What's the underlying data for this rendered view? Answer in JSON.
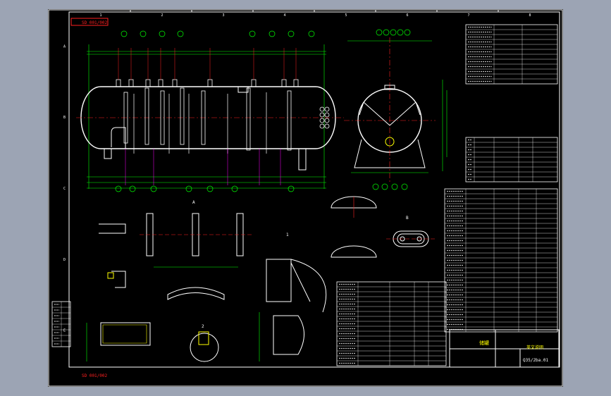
{
  "drawing": {
    "stamp_top": "SD 001/002",
    "stamp_bottom": "SD 001/002",
    "title_block": {
      "name": "储罐",
      "drawing_no": "Q35/2ba.01",
      "category": "英文说明"
    },
    "border_col_marks": [
      "1",
      "2",
      "3",
      "4",
      "5",
      "6",
      "7",
      "8"
    ],
    "border_row_marks": [
      "A",
      "B",
      "C",
      "D",
      "E"
    ],
    "views": {
      "section_a": "A",
      "section_b": "B",
      "detail_1": "1",
      "detail_2": "2"
    },
    "colors": {
      "background": "#000000",
      "frame": "#ffffff",
      "outline": "#ffffff",
      "dimension": "#00ff00",
      "centerline": "#ff2020",
      "nozzle": "#ff00ff",
      "stamp": "#ff2020",
      "highlight": "#ffff00"
    }
  }
}
